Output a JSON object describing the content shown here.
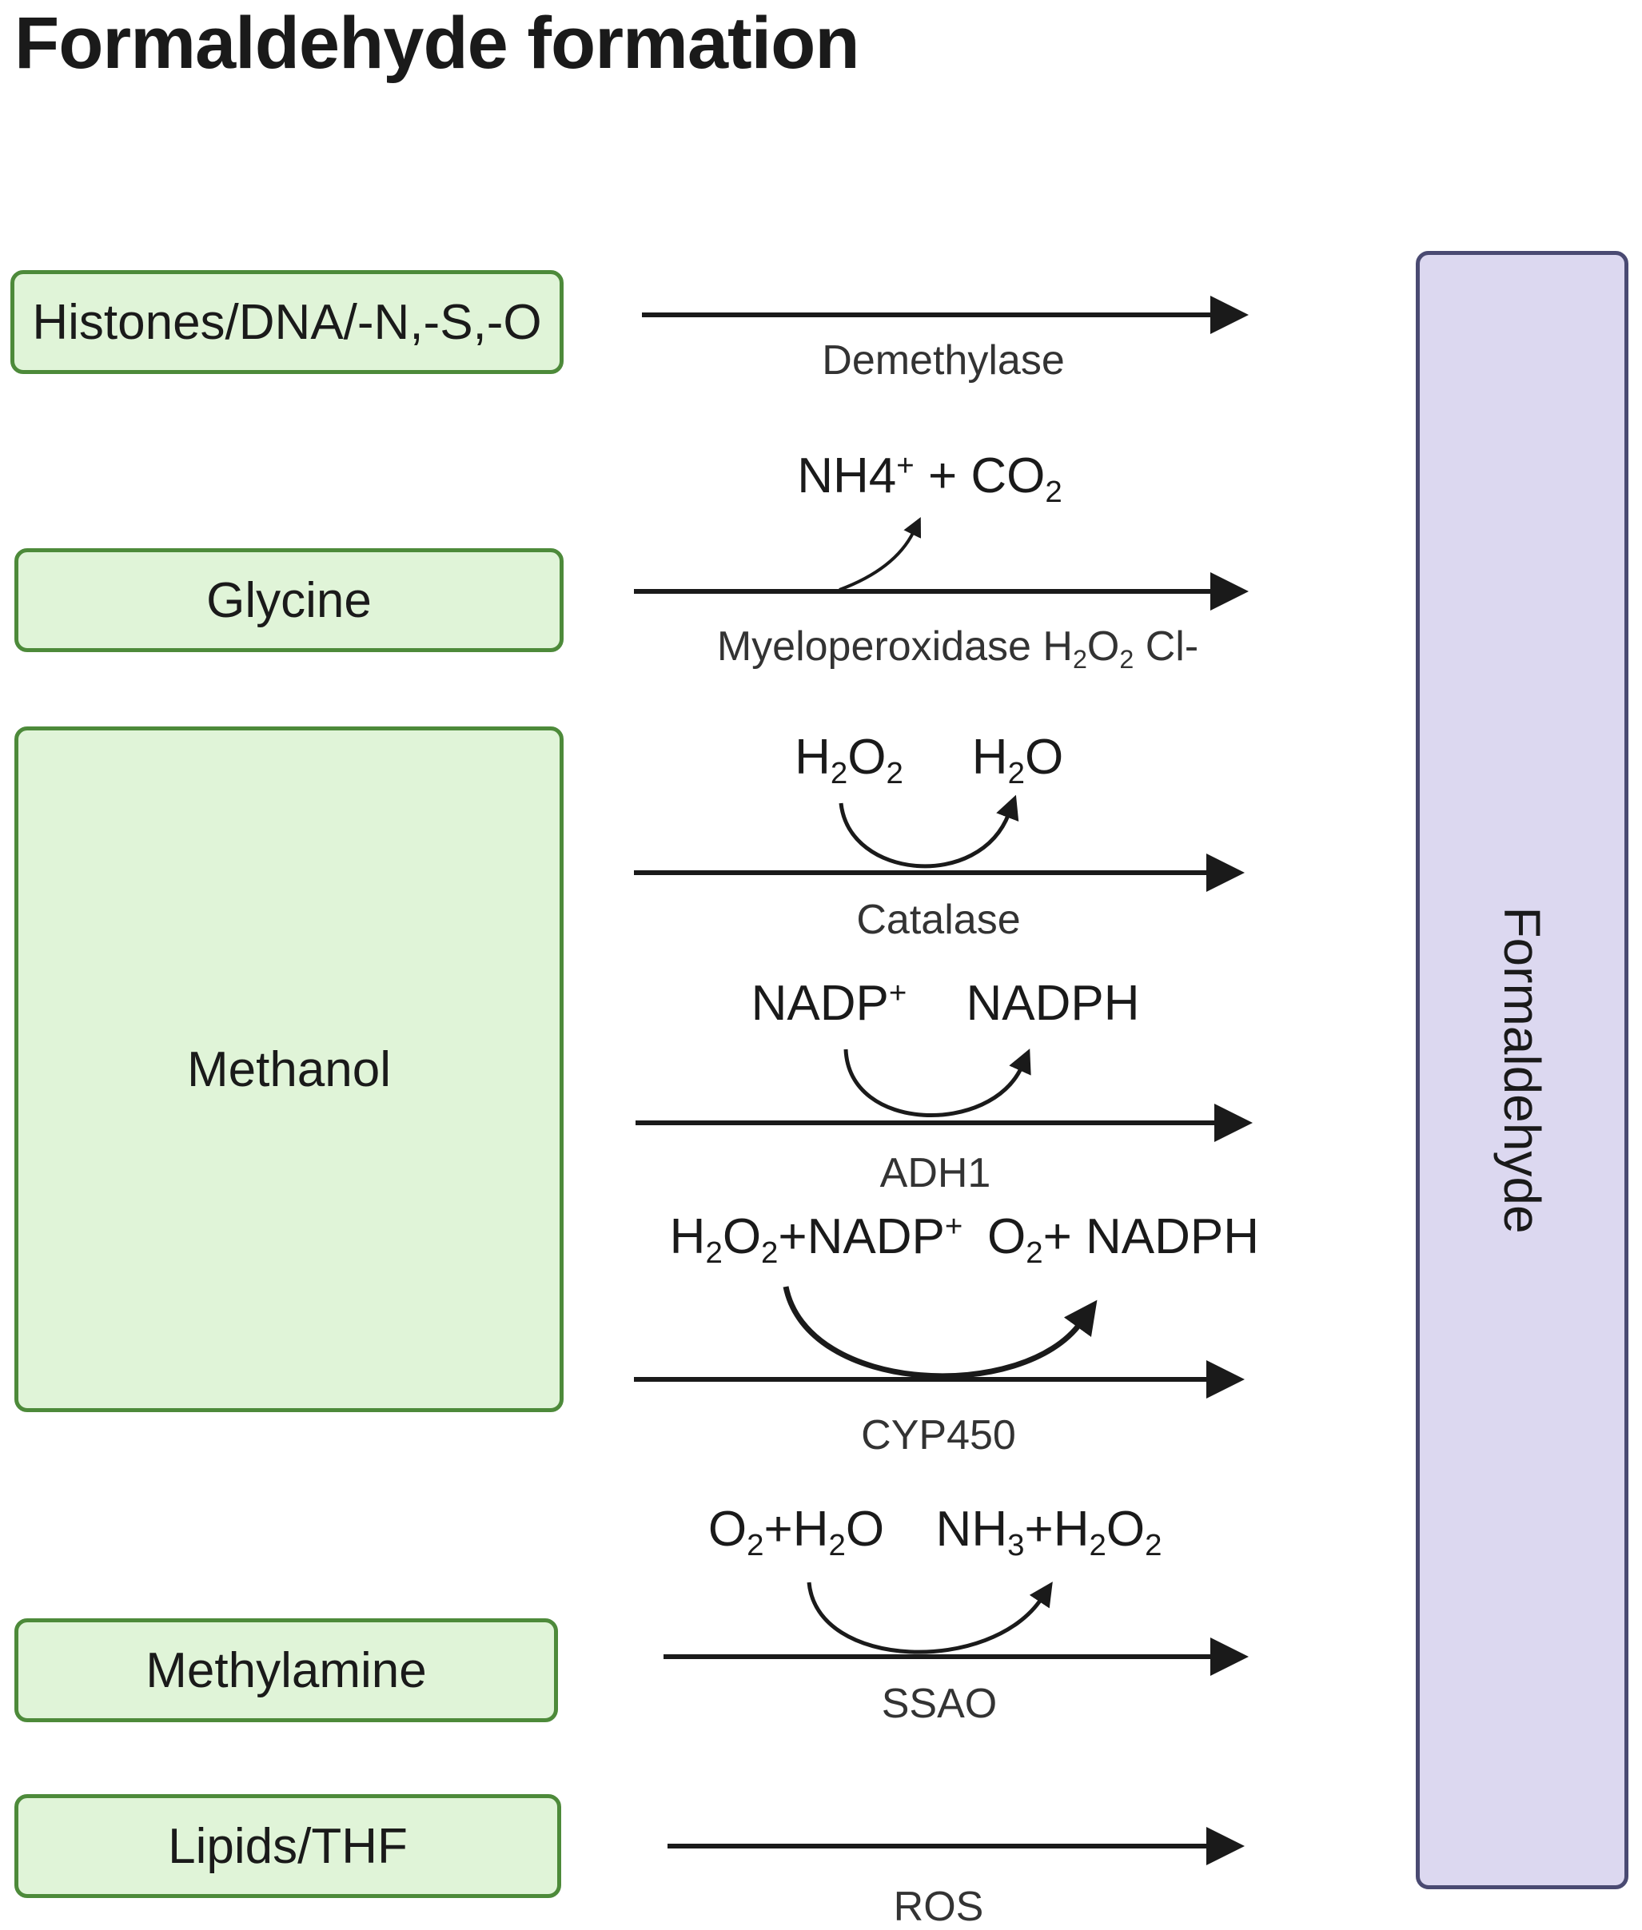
{
  "title": "Formaldehyde formation",
  "target": {
    "label": "Formaldehyde"
  },
  "sources": {
    "histones": "Histones/DNA/-N,-S,-O",
    "glycine": "Glycine",
    "methanol": "Methanol",
    "methylamine": "Methylamine",
    "lipids": "Lipids/THF"
  },
  "reactions": {
    "demethylase": {
      "enzyme": "Demethylase"
    },
    "myeloperoxidase": {
      "enzyme_name": "Myeloperoxidase",
      "enzyme_h": "H",
      "enzyme_sub2a": "2",
      "enzyme_o": "O",
      "enzyme_sub2b": "2",
      "enzyme_cl": "Cl-",
      "product_nh4": "NH4",
      "product_plus_sup": "+",
      "product_co": "+ CO",
      "product_sub2": "2"
    },
    "catalase": {
      "enzyme": "Catalase",
      "in_h": "H",
      "in_sub2a": "2",
      "in_o": "O",
      "in_sub2b": "2",
      "out_h": "H",
      "out_sub2": "2",
      "out_o": "O"
    },
    "adh1": {
      "enzyme": "ADH1",
      "in_nadp": "NADP",
      "in_sup": "+",
      "out": "NADPH"
    },
    "cyp450": {
      "enzyme": "CYP450",
      "in_h": "H",
      "in_sub2a": "2",
      "in_o": "O",
      "in_sub2b": "2",
      "in_nadp": "+NADP",
      "in_sup": "+",
      "out_o": "O",
      "out_sub2": "2",
      "out_rest": "+ NADPH"
    },
    "ssao": {
      "enzyme": "SSAO",
      "in_o": "O",
      "in_sub2a": "2",
      "in_h": "+H",
      "in_sub2b": "2",
      "in_o2": "O",
      "out_nh": "NH",
      "out_sub3": "3",
      "out_h": "+H",
      "out_sub2a": "2",
      "out_o": "O",
      "out_sub2b": "2"
    },
    "ros": {
      "enzyme": "ROS"
    }
  },
  "colors": {
    "source_fill": "#e0f4d8",
    "source_border": "#4d8a3a",
    "target_fill": "#dcd8f0",
    "target_border": "#4a4a72",
    "arrow": "#1a1a1a"
  }
}
